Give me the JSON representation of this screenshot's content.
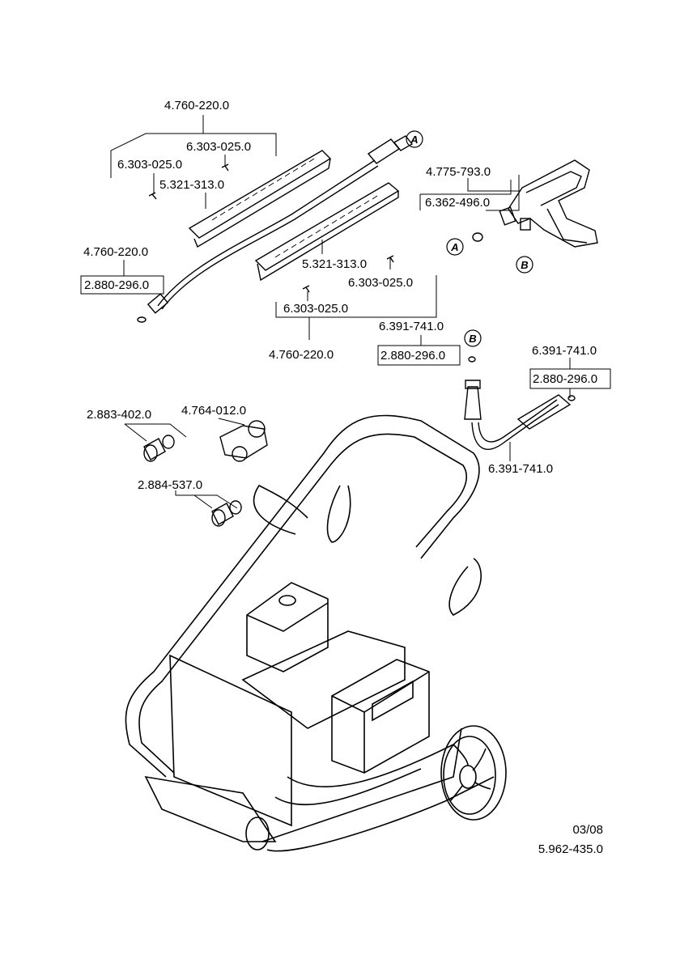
{
  "labels": {
    "lance_left_top": "4.760-220.0",
    "screw_a": "6.303-025.0",
    "screw_b": "6.303-025.0",
    "grip_half_left": "5.321-313.0",
    "lance_left_side": "4.760-220.0",
    "oring_left": "2.880-296.0",
    "grip_half_right": "5.321-313.0",
    "screw_c": "6.303-025.0",
    "screw_d": "6.303-025.0",
    "lance_bottom": "4.760-220.0",
    "gun": "4.775-793.0",
    "gun_oring": "6.362-496.0",
    "hose_top": "6.391-741.0",
    "oring_hose": "2.880-296.0",
    "hose_right": "6.391-741.0",
    "oring_hose_right": "2.880-296.0",
    "hose_bottom": "6.391-741.0",
    "coupling": "2.883-402.0",
    "valve": "4.764-012.0",
    "coupling2": "2.884-537.0"
  },
  "markers": {
    "a": "A",
    "b": "B"
  },
  "footer": {
    "date": "03/08",
    "doc_number": "5.962-435.0"
  }
}
